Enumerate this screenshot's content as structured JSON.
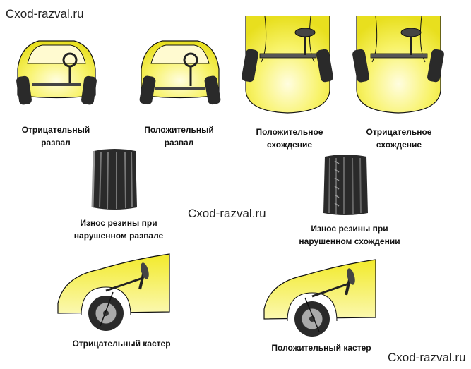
{
  "watermarks": {
    "top_left": "Cxod-razval.ru",
    "center": "Cxod-razval.ru",
    "bottom_right": "Cxod-razval.ru"
  },
  "captions": {
    "negative_camber": [
      "Отрицательный",
      "развал"
    ],
    "positive_camber": [
      "Положительный",
      "развал"
    ],
    "positive_toe": [
      "Положительное",
      "схождение"
    ],
    "negative_toe": [
      "Отрицательное",
      "схождение"
    ],
    "wear_camber": [
      "Износ резины при",
      "нарушенном развале"
    ],
    "wear_toe": [
      "Износ резины при",
      "нарушенном схождении"
    ],
    "negative_caster": "Отрицательный кастер",
    "positive_caster": "Положительный кастер"
  },
  "colors": {
    "body_yellow": "#f5ee3a",
    "tire": "#2a2a2a",
    "outline": "#111111"
  }
}
